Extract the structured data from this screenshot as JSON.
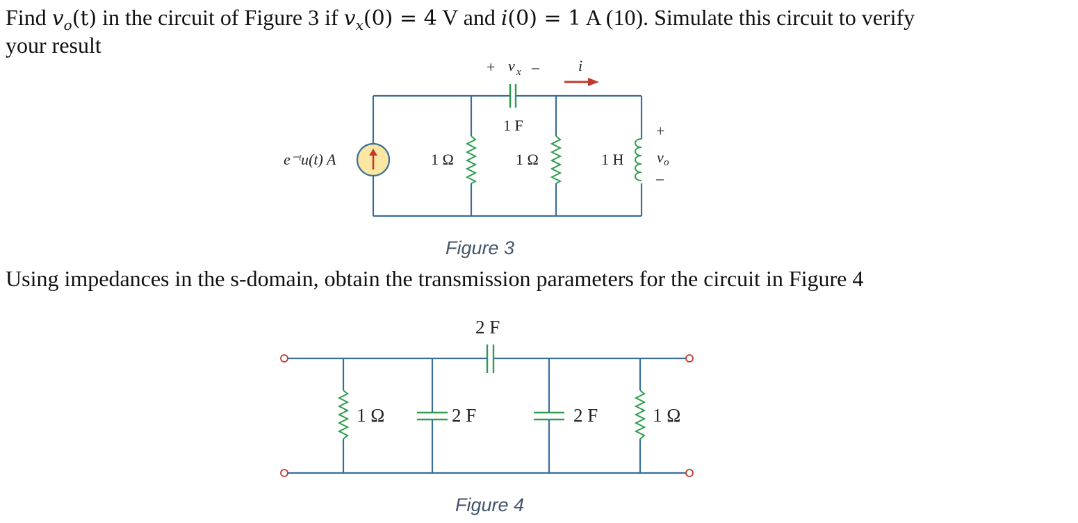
{
  "problem1": {
    "line1": {
      "pre": "Find ",
      "vo_var": "v",
      "vo_sub": "o",
      "vo_arg": "(t)",
      "mid1": " in the circuit of Figure 3 if ",
      "vx_var": "v",
      "vx_sub": "x",
      "vx_init": "(0) = 4",
      "mid2": " V and ",
      "i_var": "i",
      "i_init": "(0) = 1",
      "post": " A (10). Simulate this circuit to verify"
    },
    "line2": "your result"
  },
  "figure3": {
    "caption": "Figure 3",
    "source_label": "e⁻ᵗu(t) A",
    "r1_label": "1 Ω",
    "r2_label": "1 Ω",
    "cap_label": "1 F",
    "ind_label": "1 H",
    "vx_plus": "+",
    "vx_label": "v",
    "vx_sub": "x",
    "vx_minus": "–",
    "i_label": "i",
    "vo_plus": "+",
    "vo_label": "v",
    "vo_sub": "o",
    "vo_minus": "–"
  },
  "problem2": {
    "text": "Using impedances in the s-domain, obtain the transmission parameters for the circuit in Figure 4"
  },
  "figure4": {
    "caption": "Figure 4",
    "series_cap_label": "2 F",
    "r_left_label": "1 Ω",
    "c_left_label": "2 F",
    "c_right_label": "2 F",
    "r_right_label": "1 Ω"
  },
  "colors": {
    "wire": "#3a6e9a",
    "component": "#2e9c4e",
    "arrow": "#c0392b",
    "caption": "#44546a"
  }
}
